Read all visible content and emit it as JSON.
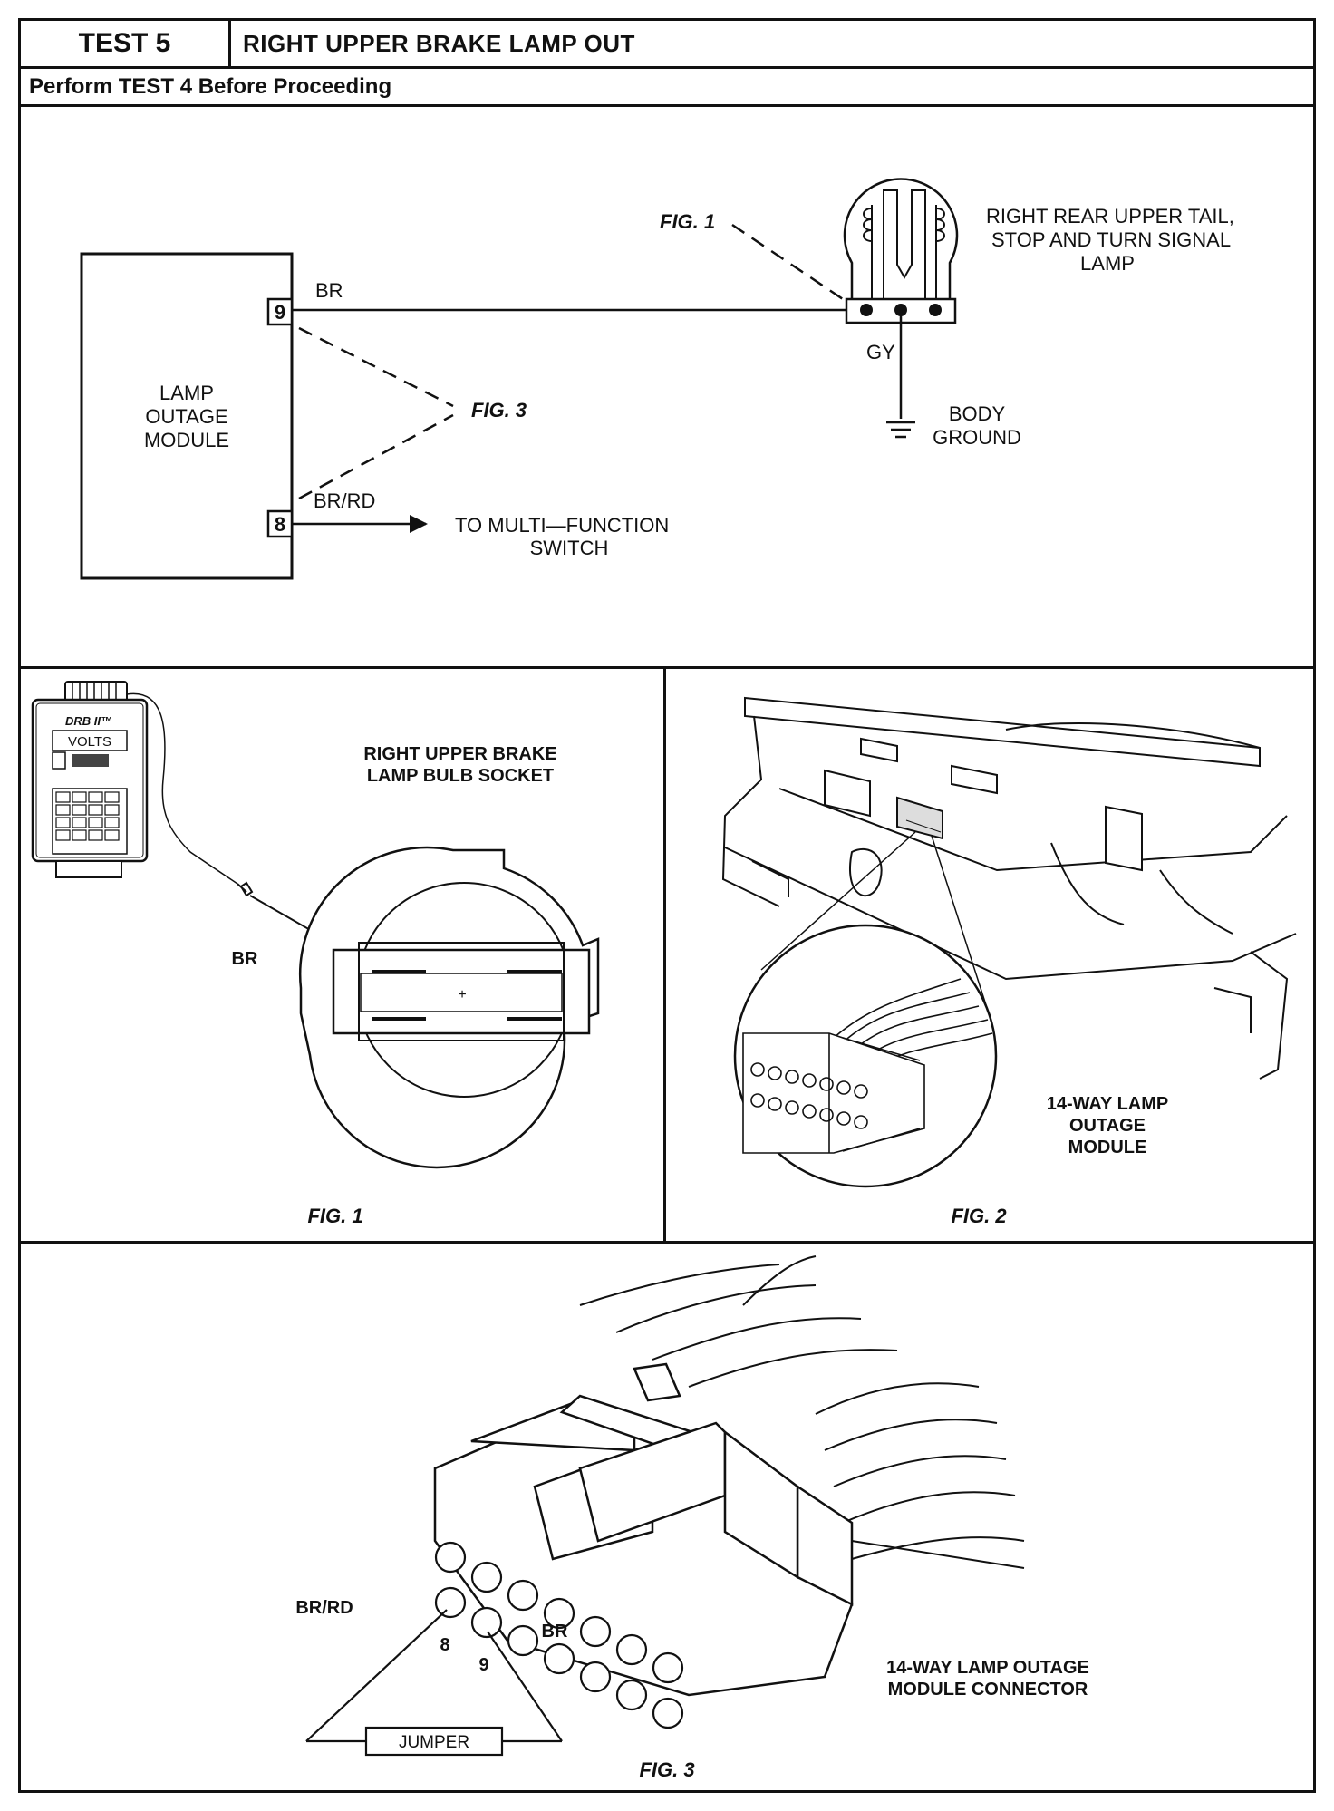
{
  "header": {
    "test_label": "TEST 5",
    "title": "RIGHT UPPER BRAKE LAMP OUT",
    "subtitle": "Perform TEST 4 Before Proceeding"
  },
  "schematic": {
    "module_label_1": "LAMP",
    "module_label_2": "OUTAGE",
    "module_label_3": "MODULE",
    "pin_9": "9",
    "pin_8": "8",
    "wire_br": "BR",
    "wire_br_rd": "BR/RD",
    "wire_gy": "GY",
    "fig1_ref": "FIG. 1",
    "fig3_ref": "FIG. 3",
    "lamp_label_1": "RIGHT REAR UPPER TAIL,",
    "lamp_label_2": "STOP AND TURN SIGNAL",
    "lamp_label_3": "LAMP",
    "ground_label_1": "BODY",
    "ground_label_2": "GROUND",
    "switch_label_1": "TO MULTI—FUNCTION",
    "switch_label_2": "SWITCH"
  },
  "fig1": {
    "meter_brand": "DRB II™",
    "meter_display": "VOLTS",
    "socket_label_1": "RIGHT UPPER BRAKE",
    "socket_label_2": "LAMP BULB SOCKET",
    "wire_br": "BR",
    "caption": "FIG. 1"
  },
  "fig2": {
    "module_label_1": "14-WAY LAMP",
    "module_label_2": "OUTAGE",
    "module_label_3": "MODULE",
    "caption": "FIG. 2"
  },
  "fig3": {
    "pin_8": "8",
    "pin_9": "9",
    "wire_br_rd": "BR/RD",
    "wire_br": "BR",
    "jumper_label": "JUMPER",
    "connector_label_1": "14-WAY LAMP OUTAGE",
    "connector_label_2": "MODULE CONNECTOR",
    "caption": "FIG. 3"
  }
}
